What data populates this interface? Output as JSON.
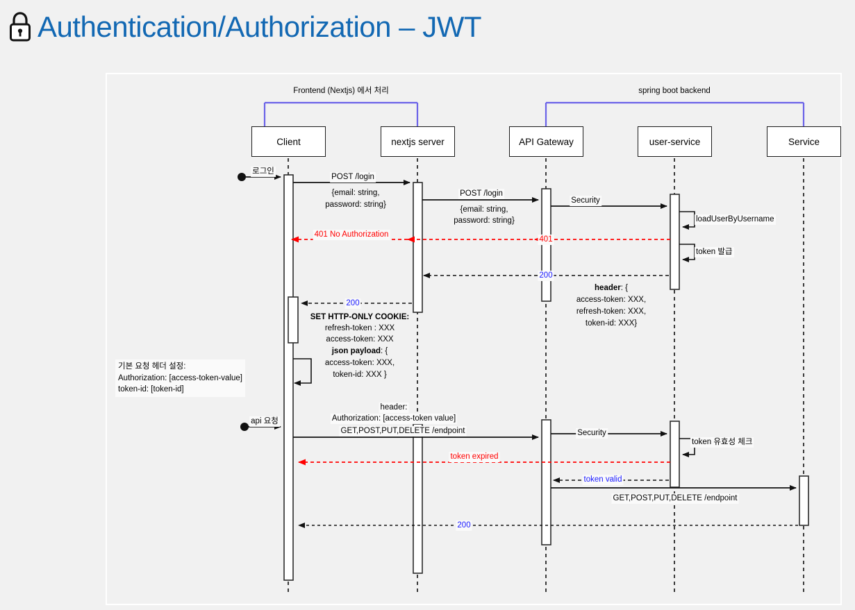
{
  "title": {
    "text": "Authentication/Authorization – JWT",
    "icon": "lock-icon",
    "color": "#1268b3"
  },
  "diagram": {
    "type": "sequence-diagram",
    "groups": [
      {
        "label": "Frontend (Nextjs) 에서 처리",
        "color": "#6a62e8",
        "from": "Client",
        "to": "nextjs server"
      },
      {
        "label": "spring boot backend",
        "color": "#6a62e8",
        "from": "API Gateway",
        "to": "Service"
      }
    ],
    "participants": [
      {
        "name": "Client",
        "label": "Client"
      },
      {
        "name": "nextjs server",
        "label": "nextjs server"
      },
      {
        "name": "API Gateway",
        "label": "API Gateway"
      },
      {
        "name": "user-service",
        "label": "user-service"
      },
      {
        "name": "Service",
        "label": "Service"
      }
    ],
    "messages": [
      {
        "id": "m1",
        "label": "로그인",
        "from": "actor",
        "to": "Client",
        "style": "solid",
        "color": "#000000"
      },
      {
        "id": "m2",
        "label": "POST /login",
        "sub": "{email: string,\npassword: string}",
        "from": "Client",
        "to": "nextjs server",
        "style": "solid",
        "color": "#000000"
      },
      {
        "id": "m3",
        "label": "POST /login",
        "sub": "{email: string,\npassword: string}",
        "from": "nextjs server",
        "to": "API Gateway",
        "style": "solid",
        "color": "#000000"
      },
      {
        "id": "m4",
        "label": "Security",
        "from": "API Gateway",
        "to": "user-service",
        "style": "solid",
        "color": "#000000"
      },
      {
        "id": "m5",
        "label": "loadUserByUsername",
        "from": "user-service",
        "to": "user-service",
        "style": "self",
        "color": "#000000"
      },
      {
        "id": "m6",
        "label": "401 No Authorization",
        "label2": "401",
        "from": "user-service",
        "to": "Client",
        "style": "dashed",
        "color": "#ff0000"
      },
      {
        "id": "m7",
        "label": "token 발급",
        "from": "user-service",
        "to": "user-service",
        "style": "self",
        "color": "#000000"
      },
      {
        "id": "m8",
        "label": "200",
        "sub": "header: {\naccess-token: XXX,\nrefresh-token: XXX,\ntoken-id: XXX}",
        "from": "user-service",
        "to": "nextjs server",
        "style": "dashed",
        "color": "#1a1aff"
      },
      {
        "id": "m9",
        "label": "200",
        "sub": "SET HTTP-ONLY COOKIE:\nrefresh-token : XXX\naccess-token: XXX\njson payload: {\naccess-token: XXX,\ntoken-id: XXX }",
        "from": "nextjs server",
        "to": "Client",
        "style": "dashed",
        "color": "#1a1aff"
      },
      {
        "id": "m10",
        "label": "기본 요청 헤더 설정:\nAuthorization:  [access-token-value]\ntoken-id: [token-id]",
        "from": "Client",
        "to": "Client",
        "style": "self-note",
        "color": "#000000"
      },
      {
        "id": "m11",
        "label": "api 요청",
        "from": "actor",
        "to": "Client",
        "style": "solid",
        "color": "#000000"
      },
      {
        "id": "m12",
        "label": "header:\nAuthorization: [access-token value]",
        "label2": "GET,POST,PUT,DELETE /endpoint",
        "from": "Client",
        "to": "API Gateway",
        "style": "solid",
        "color": "#000000"
      },
      {
        "id": "m13",
        "label": "Security",
        "from": "API Gateway",
        "to": "user-service",
        "style": "solid",
        "color": "#000000"
      },
      {
        "id": "m14",
        "label": "token 유효성 체크",
        "from": "user-service",
        "to": "user-service",
        "style": "self",
        "color": "#000000"
      },
      {
        "id": "m15",
        "label": "token expired",
        "from": "user-service",
        "to": "Client",
        "style": "dashed",
        "color": "#ff0000"
      },
      {
        "id": "m16",
        "label": "token valid",
        "from": "user-service",
        "to": "API Gateway",
        "style": "dashed",
        "color": "#1a1aff"
      },
      {
        "id": "m17",
        "label": "GET,POST,PUT,DELETE /endpoint",
        "from": "API Gateway",
        "to": "Service",
        "style": "solid",
        "color": "#000000"
      },
      {
        "id": "m18",
        "label": "200",
        "from": "Service",
        "to": "Client",
        "style": "dashed",
        "color": "#1a1aff"
      }
    ],
    "text_fragments": {
      "group_frontend": "Frontend (Nextjs) 에서 처리",
      "group_backend": "spring boot backend",
      "p_client": "Client",
      "p_nextjs": "nextjs server",
      "p_gateway": "API Gateway",
      "p_userservice": "user-service",
      "p_service": "Service",
      "login": "로그인",
      "post_login_1": "POST /login",
      "body_1_line1": "{email: string,",
      "body_1_line2": "password: string}",
      "post_login_2": "POST /login",
      "body_2_line1": "{email: string,",
      "body_2_line2": "password: string}",
      "security_1": "Security",
      "load_user": "loadUserByUsername",
      "err_401_full": "401 No Authorization",
      "err_401": "401",
      "token_issue": "token 발급",
      "ok_200_a": "200",
      "header_block_l1": "header: {",
      "header_block_l1_bold": "header",
      "header_block_l1_rest": ": {",
      "header_block_l2": "access-token: XXX,",
      "header_block_l3": "refresh-token: XXX,",
      "header_block_l4": "token-id: XXX}",
      "ok_200_b": "200",
      "cookie_title": "SET HTTP-ONLY COOKIE:",
      "cookie_l1": "refresh-token : XXX",
      "cookie_l2": "access-token: XXX",
      "payload_title": "json payload",
      "payload_title_rest": ": {",
      "payload_l1": "access-token: XXX,",
      "payload_l2": "token-id: XXX }",
      "note_l1": "기본 요청 헤더 설정:",
      "note_l2": "Authorization:  [access-token-value]",
      "note_l3": "token-id: [token-id]",
      "api_request": "api 요청",
      "hdr_title": "header:",
      "hdr_auth": "Authorization: [access-token value]",
      "endpoint_1": "GET,POST,PUT,DELETE /endpoint",
      "security_2": "Security",
      "token_check": "token 유효성 체크",
      "token_expired": "token expired",
      "token_valid": "token valid",
      "endpoint_2": "GET,POST,PUT,DELETE /endpoint",
      "ok_200_c": "200"
    }
  }
}
